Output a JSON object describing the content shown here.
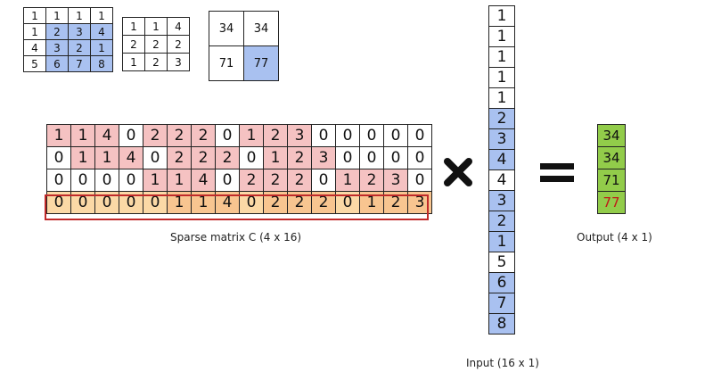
{
  "input_grid": {
    "rows": [
      [
        "1",
        "1",
        "1",
        "1"
      ],
      [
        "1",
        "2",
        "3",
        "4"
      ],
      [
        "4",
        "3",
        "2",
        "1"
      ],
      [
        "5",
        "6",
        "7",
        "8"
      ]
    ],
    "highlighted": [
      [
        1,
        1
      ],
      [
        1,
        2
      ],
      [
        1,
        3
      ],
      [
        2,
        1
      ],
      [
        2,
        2
      ],
      [
        2,
        3
      ],
      [
        3,
        1
      ],
      [
        3,
        2
      ],
      [
        3,
        3
      ]
    ],
    "highlight_color": "#a9c1f0"
  },
  "kernel": {
    "rows": [
      [
        "1",
        "1",
        "4"
      ],
      [
        "2",
        "2",
        "2"
      ],
      [
        "1",
        "2",
        "3"
      ]
    ]
  },
  "output_grid": {
    "rows": [
      [
        "34",
        "34"
      ],
      [
        "71",
        "77"
      ]
    ],
    "highlighted": [
      [
        1,
        1
      ]
    ],
    "highlight_color": "#a9c1f0"
  },
  "sparse_matrix": {
    "label": "Sparse matrix C (4 x 16)",
    "rows": [
      [
        "1",
        "1",
        "4",
        "0",
        "2",
        "2",
        "2",
        "0",
        "1",
        "2",
        "3",
        "0",
        "0",
        "0",
        "0",
        "0"
      ],
      [
        "0",
        "1",
        "1",
        "4",
        "0",
        "2",
        "2",
        "2",
        "0",
        "1",
        "2",
        "3",
        "0",
        "0",
        "0",
        "0"
      ],
      [
        "0",
        "0",
        "0",
        "0",
        "1",
        "1",
        "4",
        "0",
        "2",
        "2",
        "2",
        "0",
        "1",
        "2",
        "3",
        "0"
      ],
      [
        "0",
        "0",
        "0",
        "0",
        "0",
        "1",
        "1",
        "4",
        "0",
        "2",
        "2",
        "2",
        "0",
        "1",
        "2",
        "3"
      ]
    ],
    "highlighted_row": 3,
    "colors": {
      "kernel_cell": "#f5c2c2",
      "highlight_row_zero": "#fbd9a6",
      "highlight_row_kernel": "#f8c590",
      "highlight_border": "#c02a2a"
    }
  },
  "input_vector": {
    "label": "Input (16 x 1)",
    "values": [
      "1",
      "1",
      "1",
      "1",
      "1",
      "2",
      "3",
      "4",
      "4",
      "3",
      "2",
      "1",
      "5",
      "6",
      "7",
      "8"
    ],
    "highlighted_indices": [
      5,
      6,
      7,
      9,
      10,
      11,
      13,
      14,
      15
    ],
    "highlight_color": "#a9c1f0"
  },
  "output_vector": {
    "label": "Output (4 x 1)",
    "values": [
      "34",
      "34",
      "71",
      "77"
    ],
    "highlight_index": 3,
    "fill_color": "#92cc4a",
    "highlight_text_color": "#c01818"
  },
  "operators": {
    "multiply": "multiply-icon",
    "equals": "equals-icon"
  }
}
